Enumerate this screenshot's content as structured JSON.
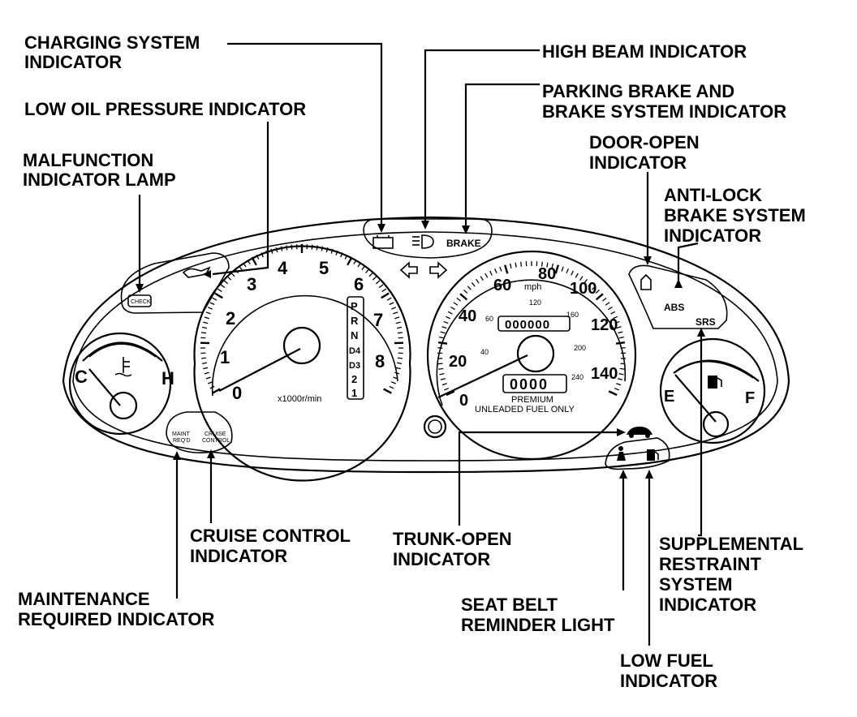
{
  "callouts": {
    "charging_1": "CHARGING SYSTEM",
    "charging_2": "INDICATOR",
    "low_oil": "LOW OIL PRESSURE INDICATOR",
    "mil_1": "MALFUNCTION",
    "mil_2": "INDICATOR LAMP",
    "high_beam": "HIGH BEAM INDICATOR",
    "parking_1": "PARKING BRAKE AND",
    "parking_2": "BRAKE SYSTEM INDICATOR",
    "door_1": "DOOR-OPEN",
    "door_2": "INDICATOR",
    "abs_1": "ANTI-LOCK",
    "abs_2": "BRAKE SYSTEM",
    "abs_3": "INDICATOR",
    "cruise_1": "CRUISE CONTROL",
    "cruise_2": "INDICATOR",
    "maint_1": "MAINTENANCE",
    "maint_2": "REQUIRED INDICATOR",
    "trunk_1": "TRUNK-OPEN",
    "trunk_2": "INDICATOR",
    "seatbelt_1": "SEAT BELT",
    "seatbelt_2": "REMINDER LIGHT",
    "srs_1": "SUPPLEMENTAL",
    "srs_2": "RESTRAINT",
    "srs_3": "SYSTEM",
    "srs_4": "INDICATOR",
    "fuel_1": "LOW FUEL",
    "fuel_2": "INDICATOR"
  },
  "tachometer": {
    "numbers": [
      "0",
      "1",
      "2",
      "3",
      "4",
      "5",
      "6",
      "7",
      "8"
    ],
    "unit": "x1000r/min"
  },
  "gear_positions": [
    "P",
    "R",
    "N",
    "D4",
    "D3",
    "2",
    "1"
  ],
  "speedometer": {
    "mph_numbers": [
      "0",
      "20",
      "40",
      "60",
      "80",
      "100",
      "120",
      "140"
    ],
    "kmh_numbers": [
      "40",
      "60",
      "120",
      "160",
      "200",
      "240"
    ],
    "unit": "mph",
    "odometer": "000000",
    "tripmeter": "0000",
    "fuel_note_1": "PREMIUM",
    "fuel_note_2": "UNLEADED FUEL ONLY"
  },
  "temp_gauge": {
    "cold": "C",
    "hot": "H"
  },
  "fuel_gauge": {
    "empty": "E",
    "full": "F"
  },
  "warning_labels": {
    "brake": "BRAKE",
    "abs": "ABS",
    "srs": "SRS",
    "maint_1": "MAINT",
    "maint_2": "REQ'D",
    "cruise_1": "CRUISE",
    "cruise_2": "CONTROL",
    "check": "CHECK"
  }
}
